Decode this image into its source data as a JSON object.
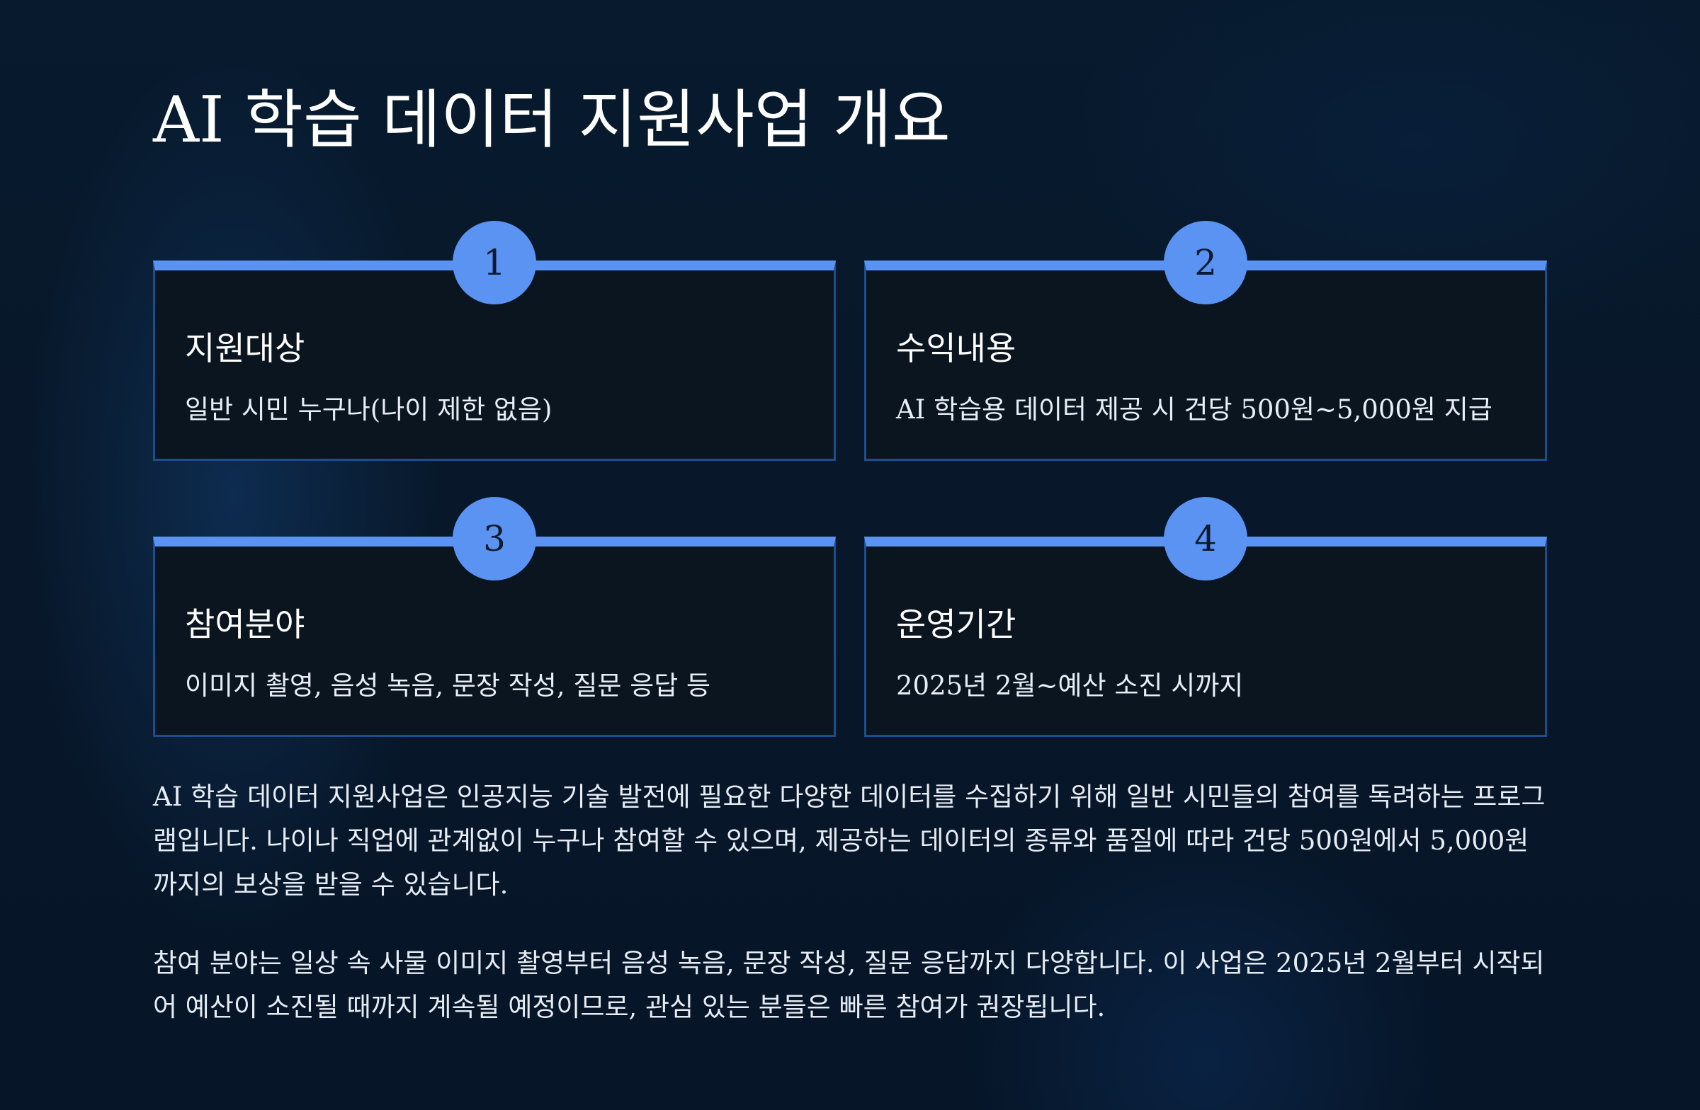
{
  "title": "AI 학습 데이터 지원사업 개요",
  "cards": [
    {
      "number": "1",
      "title": "지원대상",
      "desc": "일반 시민 누구나(나이 제한 없음)"
    },
    {
      "number": "2",
      "title": "수익내용",
      "desc": "AI 학습용 데이터 제공 시 건당 500원~5,000원 지급"
    },
    {
      "number": "3",
      "title": "참여분야",
      "desc": "이미지 촬영, 음성 녹음, 문장 작성, 질문 응답 등"
    },
    {
      "number": "4",
      "title": "운영기간",
      "desc": "2025년 2월~예산 소진 시까지"
    }
  ],
  "paragraphs": [
    "AI 학습 데이터 지원사업은 인공지능 기술 발전에 필요한 다양한 데이터를 수집하기 위해 일반 시민들의 참여를 독려하는 프로그램입니다. 나이나 직업에 관계없이 누구나 참여할 수 있으며, 제공하는 데이터의 종류와 품질에 따라 건당 500원에서 5,000원까지의 보상을 받을 수 있습니다.",
    "참여 분야는 일상 속 사물 이미지 촬영부터 음성 녹음, 문장 작성, 질문 응답까지 다양합니다. 이 사업은 2025년 2월부터 시작되어 예산이 소진될 때까지 계속될 예정이므로, 관심 있는 분들은 빠른 참여가 권장됩니다."
  ],
  "colors": {
    "accent": "#5b93f3",
    "card_border": "#1e4d8e",
    "card_bg": "#0a1520",
    "background": "#071a2e"
  }
}
